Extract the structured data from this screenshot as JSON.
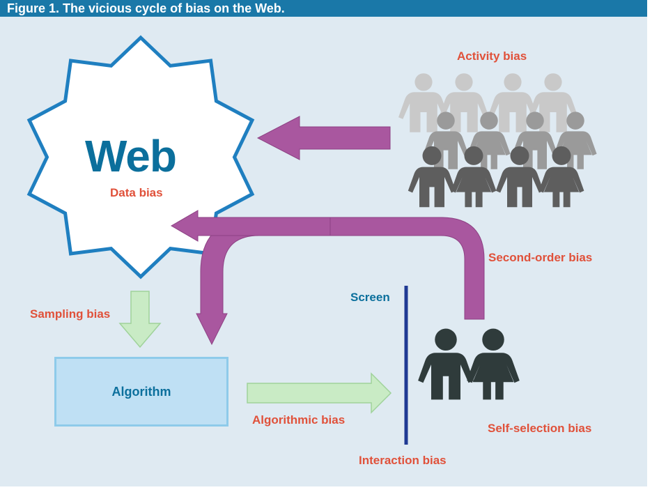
{
  "figure_title": "Figure 1. The vicious cycle of bias on the Web.",
  "web": {
    "label": "Web",
    "sublabel": "Data bias"
  },
  "labels": {
    "activity_bias": "Activity bias",
    "second_order_bias": "Second-order bias",
    "sampling_bias": "Sampling bias",
    "screen": "Screen",
    "algorithm": "Algorithm",
    "algorithmic_bias": "Algorithmic bias",
    "interaction_bias": "Interaction bias",
    "self_selection_bias": "Self-selection bias"
  },
  "colors": {
    "header": "#1a78a8",
    "background": "#dfeaf2",
    "accent_red": "#e0513a",
    "accent_teal": "#0b6f9c",
    "purple_arrow": "#a9579f",
    "green_arrow": "#c9ebc5",
    "screen_line": "#1f3a93"
  }
}
